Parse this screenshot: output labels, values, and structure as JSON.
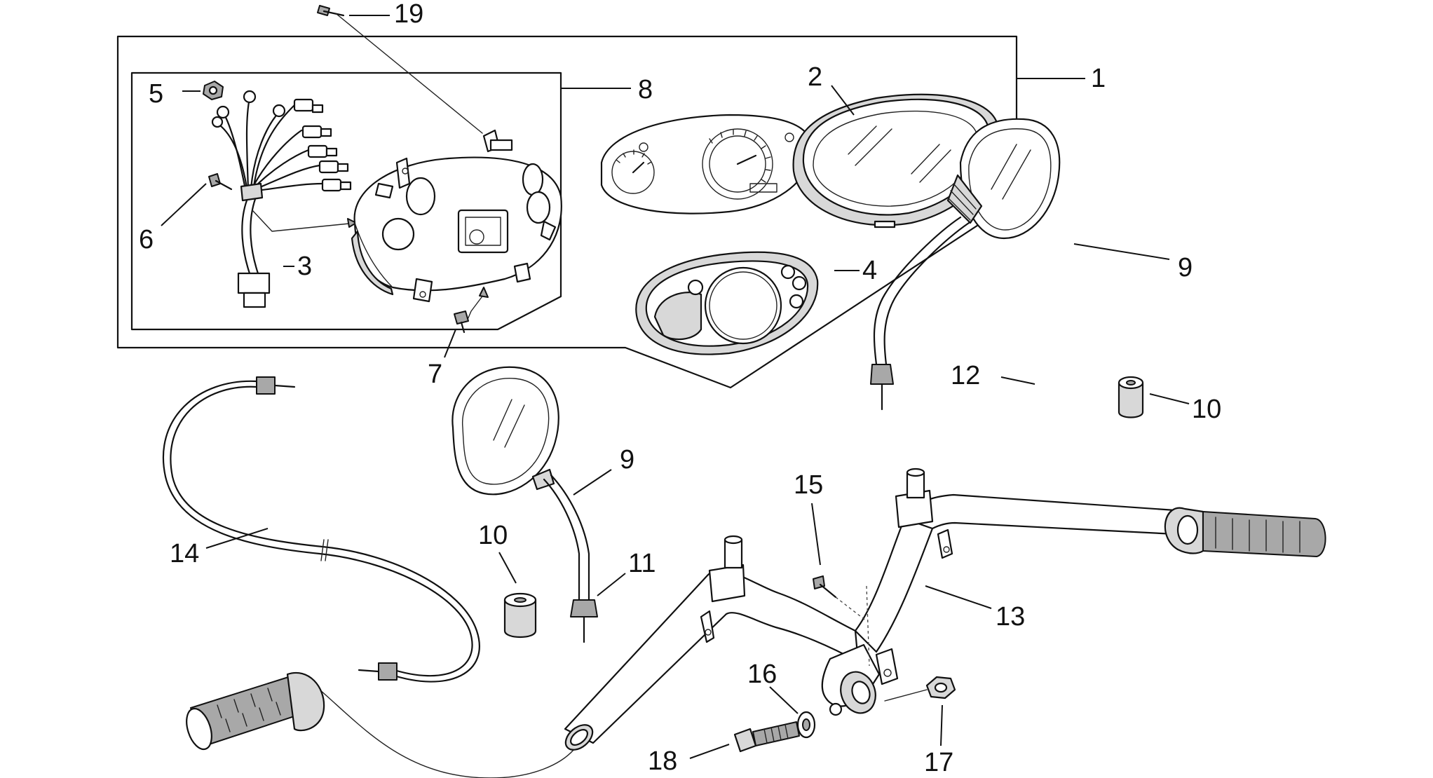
{
  "labels": {
    "l1": "1",
    "l2": "2",
    "l3": "3",
    "l4": "4",
    "l5": "5",
    "l6": "6",
    "l7": "7",
    "l8": "8",
    "l9a": "9",
    "l9b": "9",
    "l10a": "10",
    "l10b": "10",
    "l11": "11",
    "l12": "12",
    "l13": "13",
    "l14": "14",
    "l15": "15",
    "l16": "16",
    "l17": "17",
    "l18": "18",
    "l19": "19"
  },
  "icons": {
    "dashboard-assembly": "instrument-cluster-icon",
    "mirror": "mirror-icon",
    "handlebar": "handlebar-icon",
    "grip": "grip-icon",
    "cable": "cable-icon"
  }
}
